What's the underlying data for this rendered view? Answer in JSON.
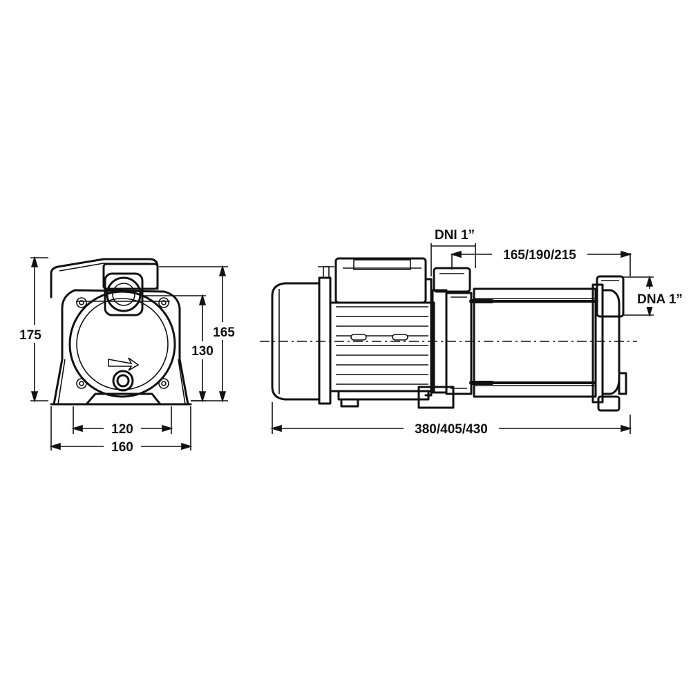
{
  "front_view": {
    "dim_height_total": "175",
    "dim_height_body": "165",
    "dim_height_axis": "130",
    "dim_base_inner": "120",
    "dim_base_outer": "160"
  },
  "side_view": {
    "dim_inlet": "DNI 1”",
    "dim_outlet": "DNA 1”",
    "dim_inlet_to_end": "165/190/215",
    "dim_total_length": "380/405/430"
  }
}
